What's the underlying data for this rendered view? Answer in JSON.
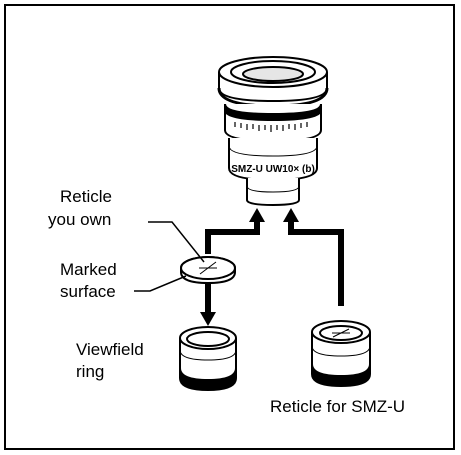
{
  "labels": {
    "reticle_own_1": "Reticle",
    "reticle_own_2": "you own",
    "marked_1": "Marked",
    "marked_2": "surface",
    "viewfield_1": "Viewfield",
    "viewfield_2": "ring",
    "reticle_smz": "Reticle for SMZ-U"
  },
  "eyepiece": {
    "engraving": "SMZ-U UW10× (b)"
  },
  "colors": {
    "ink": "#000000",
    "paper": "#ffffff"
  }
}
